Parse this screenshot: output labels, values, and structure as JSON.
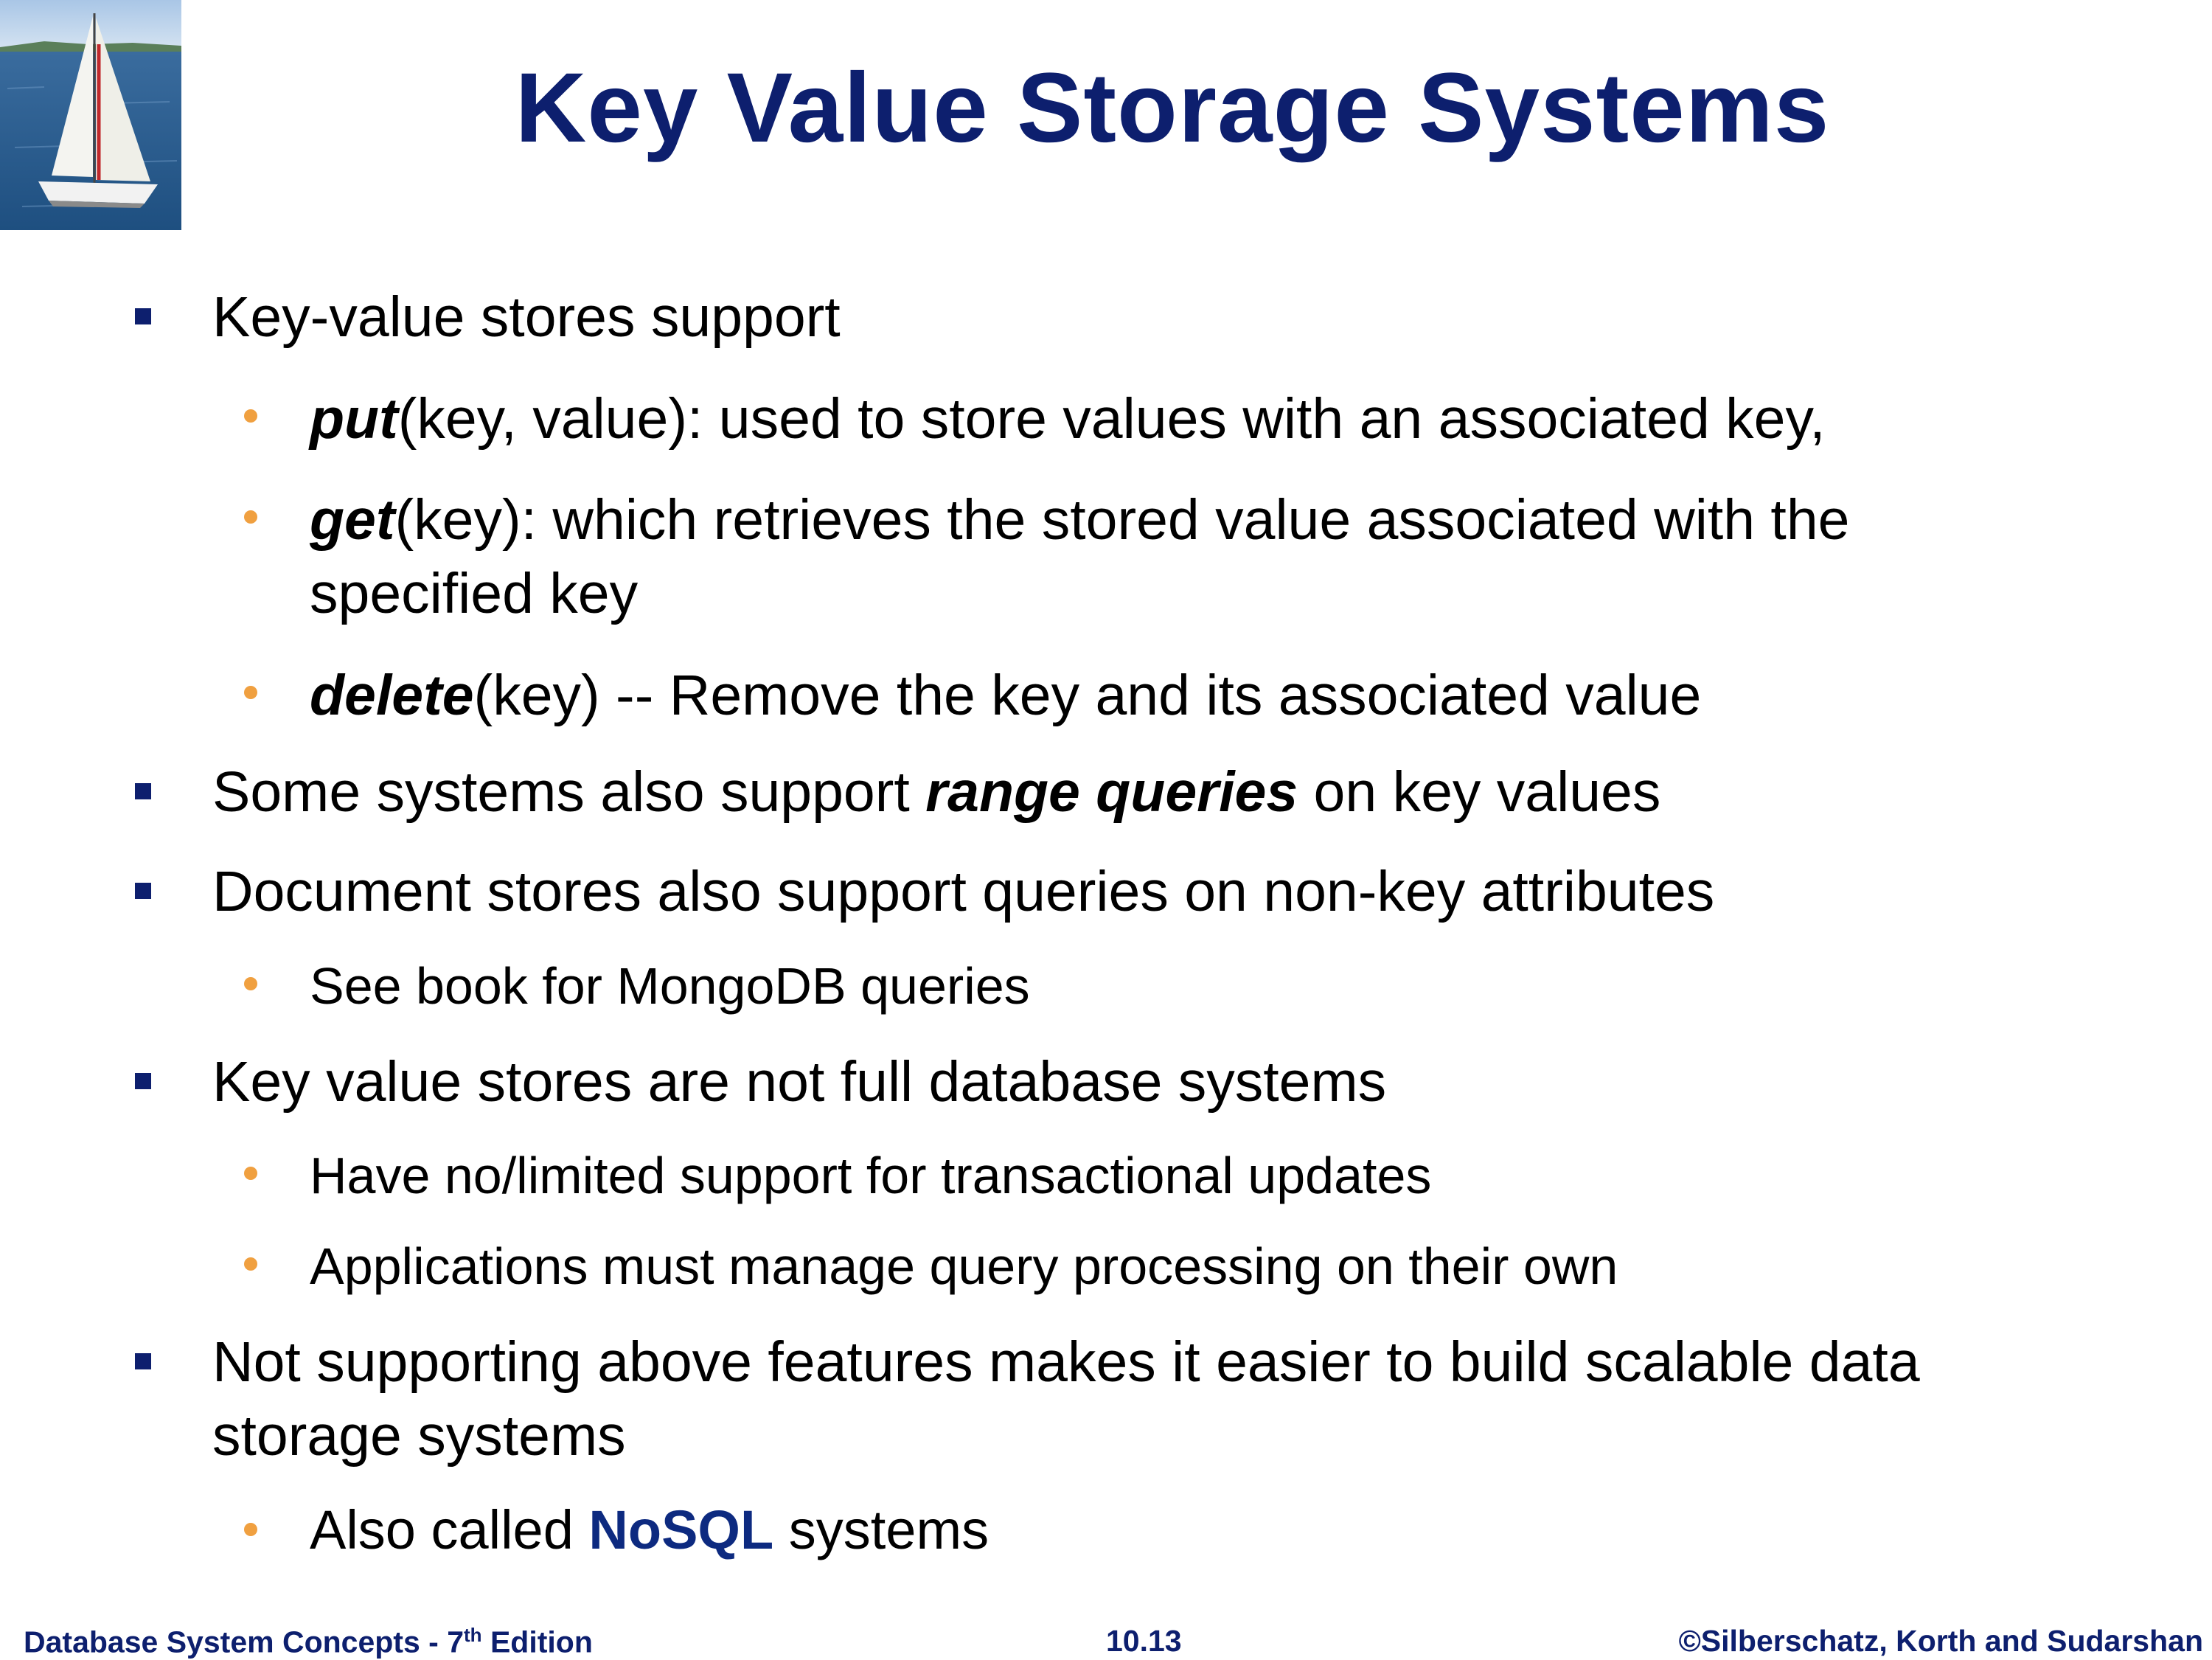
{
  "slide": {
    "title": "Key Value Storage Systems",
    "logo_description": "sailboat-photo",
    "bullets": {
      "b1": "Key-value stores support",
      "b1_s1_fn": "put",
      "b1_s1_rest": "(key, value):  used to store values with an associated key,",
      "b1_s2_fn": "get",
      "b1_s2_rest": "(key):  which retrieves the stored value associated with the",
      "b1_s2_cont": "specified key",
      "b1_s3_fn": "delete",
      "b1_s3_rest": "(key) -- Remove the key and its associated value",
      "b2_pre": "Some systems also support ",
      "b2_em": "range queries",
      "b2_post": " on key values",
      "b3": "Document stores also support queries on non-key attributes",
      "b3_s1": "See book for MongoDB queries",
      "b4": "Key value stores are not full database systems",
      "b4_s1": "Have no/limited support for transactional updates",
      "b4_s2": "Applications must manage query processing on their own",
      "b5_line1": "Not supporting above features makes it easier to build scalable data",
      "b5_line2": "storage systems",
      "b5_s1_pre": "Also called ",
      "b5_s1_em": "NoSQL",
      "b5_s1_post": " systems"
    }
  },
  "footer": {
    "left_pre": "Database System Concepts - 7",
    "left_sup": "th",
    "left_post": " Edition",
    "center": "10.13",
    "right": "©Silberschatz, Korth and Sudarshan"
  },
  "colors": {
    "title": "#0d1f6e",
    "square_bullet": "#0d1f6e",
    "round_bullet": "#f0a040",
    "accent": "#0d2a80"
  }
}
